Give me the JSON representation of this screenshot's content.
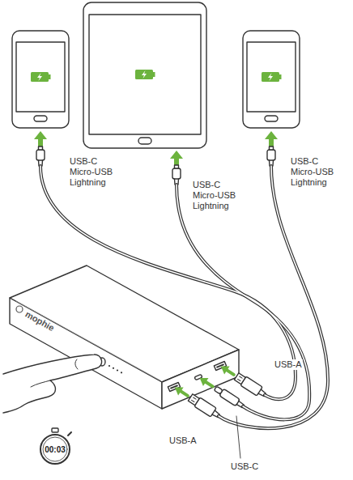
{
  "diagram": {
    "labels": [
      "USB-C Micro-USB Lightning",
      "USB-C Micro-USB Lightning",
      "USB-C Micro-USB Lightning",
      "mophie",
      "USB-A",
      "USB-A",
      "USB-C",
      "00:03"
    ]
  }
}
